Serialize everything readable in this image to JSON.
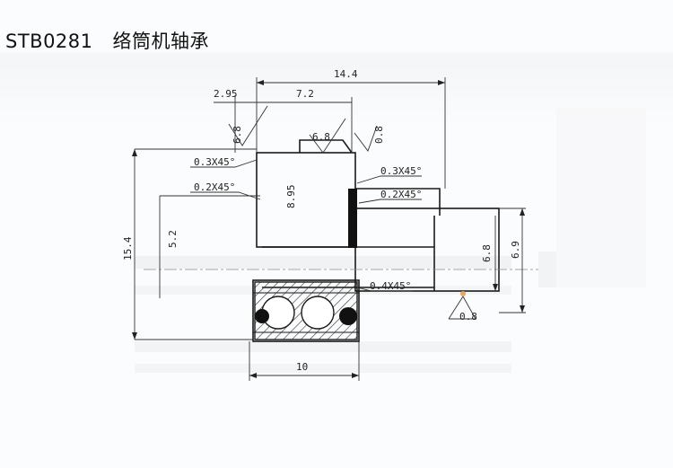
{
  "title": {
    "code": "STB0281",
    "name": "络筒机轴承"
  },
  "dimensions": {
    "overall_width": "14.4",
    "left_step": "2.95",
    "mid_step": "7.2",
    "cone_height": "8.95",
    "inner_diameter": "5.2",
    "shaft_diameter": "6.8",
    "outer_diameter": "15.4",
    "right_diameter": "6.9",
    "bottom_width": "10"
  },
  "chamfers": {
    "upper_left_1": "0.3X45°",
    "upper_left_2": "0.2X45°",
    "upper_right_1": "0.3X45°",
    "upper_right_2": "0.2X45°",
    "lower_right": "0.4X45°"
  },
  "roughness": {
    "left": "6.8",
    "middle": "6.8",
    "right": "0.8",
    "bottom": "0.8"
  }
}
